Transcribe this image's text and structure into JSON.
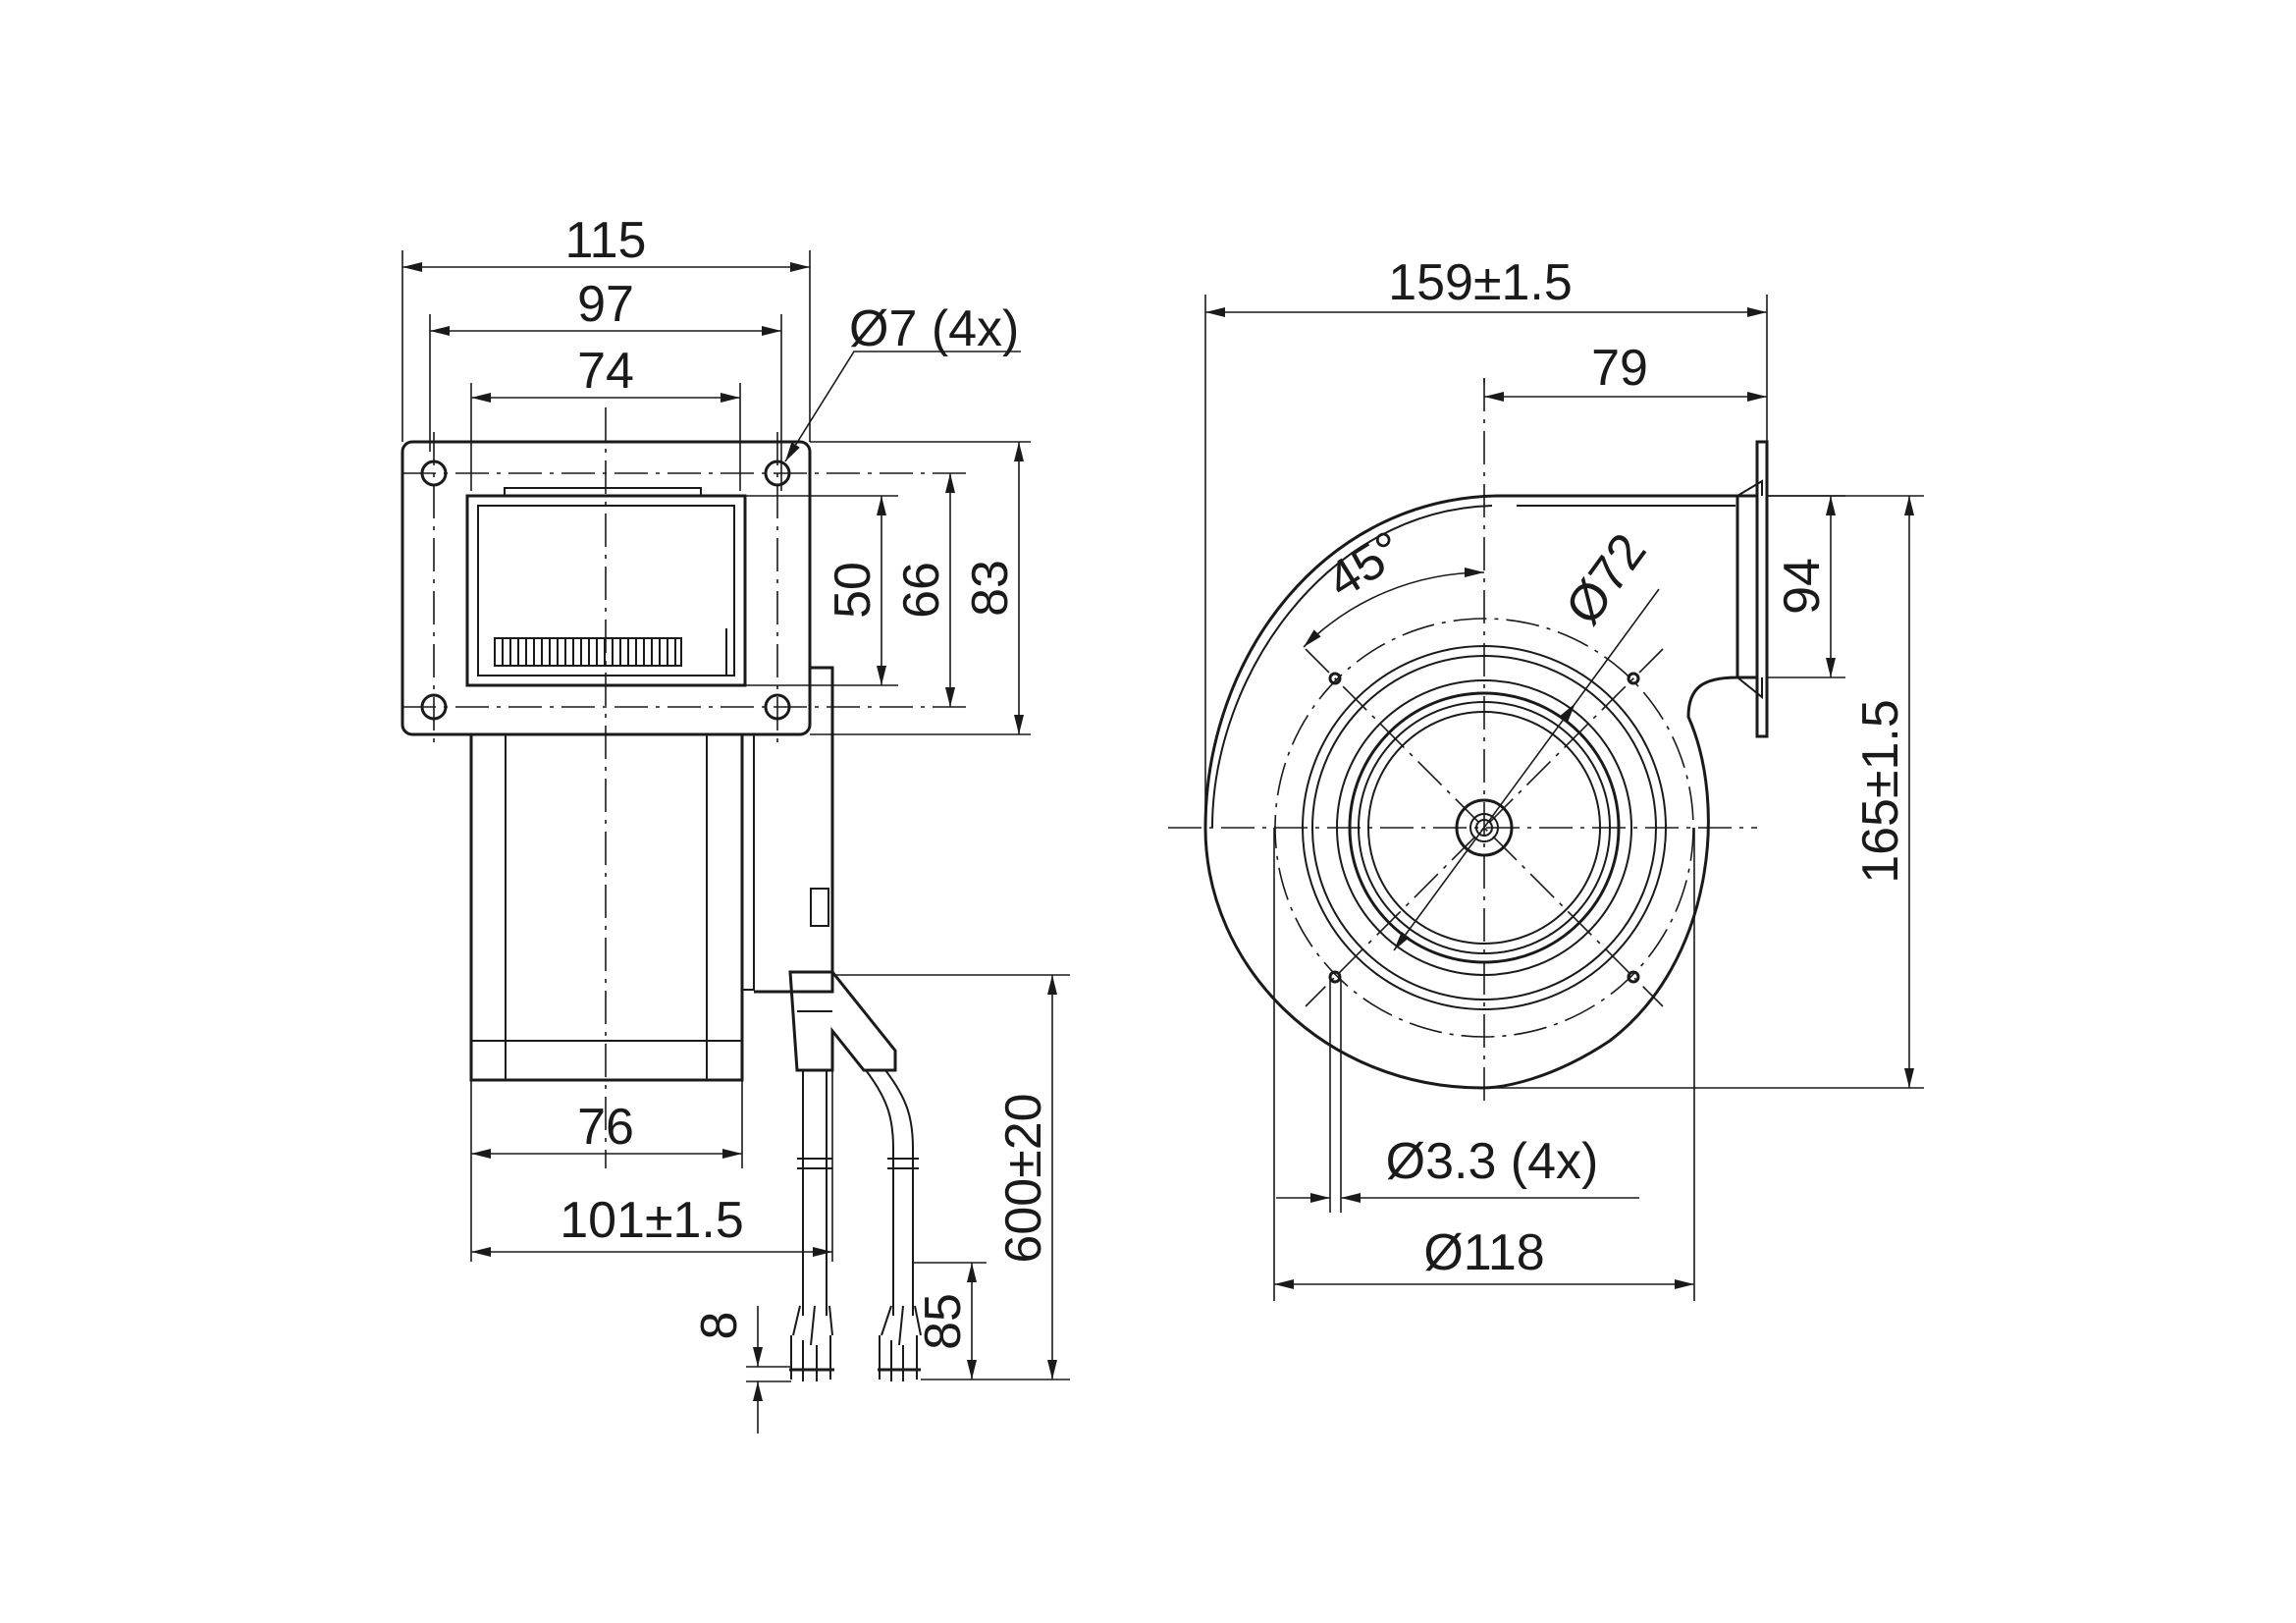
{
  "side_view": {
    "dim_width_flange": "115",
    "dim_width_inner": "97",
    "dim_width_hole_pitch": "74",
    "dim_mount_holes": "Ø7 (4x)",
    "dim_outlet_height": "50",
    "dim_hole_pitch_vertical": "66",
    "dim_flange_height": "83",
    "dim_motor_width": "76",
    "dim_total_depth": "101±1.5",
    "dim_cable_length": "600±20",
    "dim_wire_strip_long": "85",
    "dim_wire_strip_short": "8"
  },
  "front_view": {
    "dim_total_width": "159±1.5",
    "dim_center_to_outlet": "79",
    "dim_angle": "45°",
    "dim_inlet_diameter": "Ø72",
    "dim_outlet_width": "94",
    "dim_total_height": "165±1.5",
    "dim_screw_holes": "Ø3.3 (4x)",
    "dim_housing_diameter": "Ø118"
  }
}
